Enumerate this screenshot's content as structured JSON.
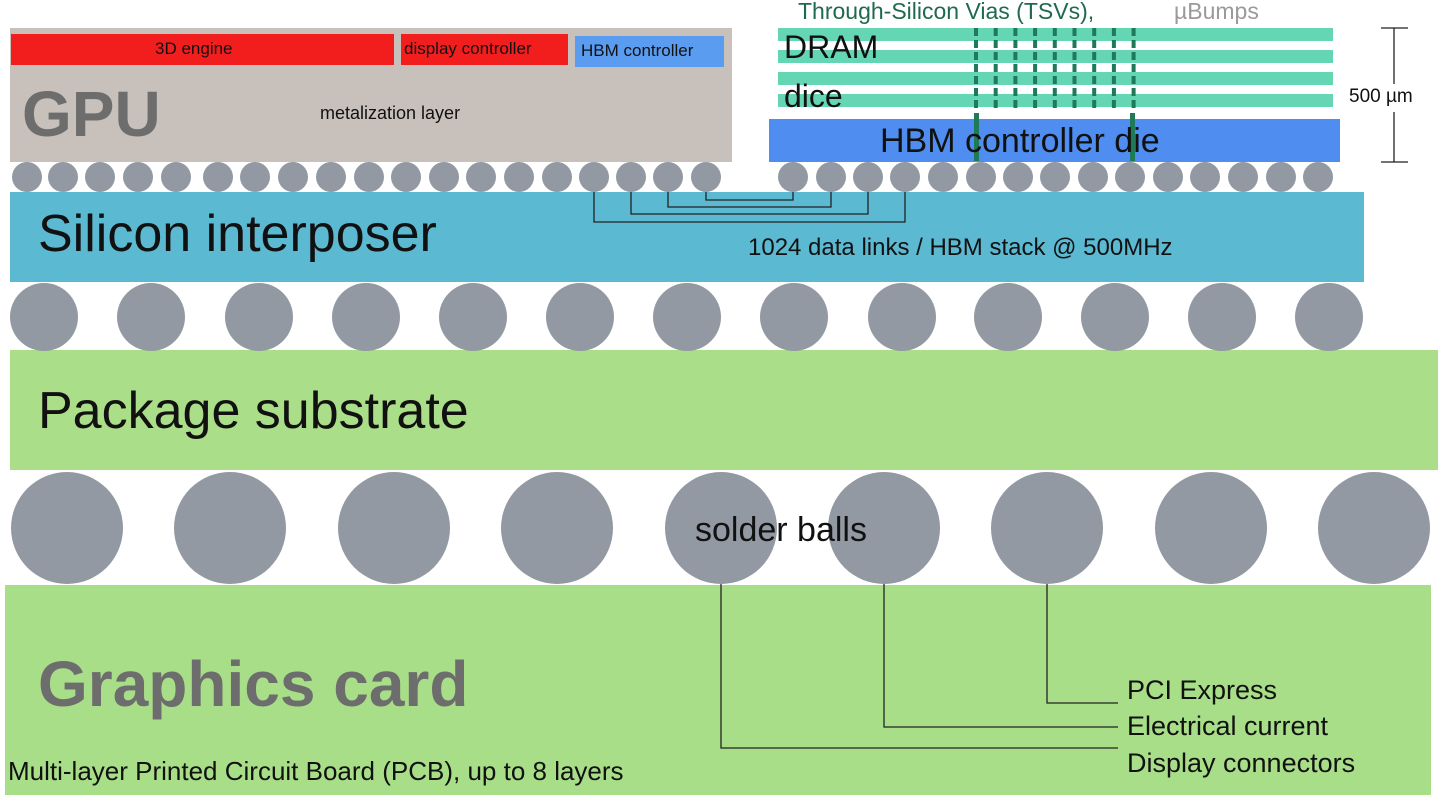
{
  "colors": {
    "gpu": "#c8c1bb",
    "engine": "#f21e1e",
    "hbm_ctrl_blue": "#5a9cef",
    "hbm_die": "#4f8ef0",
    "dram": "#64d6b4",
    "tsv": "#1f7a5a",
    "interposer": "#5bb9d2",
    "substrate": "#abde88",
    "pcb": "#a8de88",
    "ball": "#9299a3",
    "gpu_text": "#6d6d6d",
    "ubump_text": "#9a9a9a",
    "tsv_text": "#1f6a4e"
  },
  "gpu": {
    "title": "GPU",
    "metal_label": "metalization layer",
    "engine_label": "3D engine",
    "display_label": "display controller",
    "hbm_label": "HBM controller"
  },
  "hbm": {
    "tsv_label": "Through-Silicon Vias (TSVs),",
    "ubump_label": "µBumps",
    "dram_label": "DRAM",
    "dice_label": "dice",
    "die_label": "HBM controller die",
    "scale_label": "500 µm"
  },
  "interposer": {
    "title": "Silicon interposer",
    "links_label": "1024 data links / HBM stack @ 500MHz"
  },
  "substrate": {
    "title": "Package substrate"
  },
  "solder": {
    "label": "solder balls"
  },
  "pcb": {
    "title": "Graphics card",
    "subtitle": "Multi-layer Printed Circuit Board (PCB), up to 8 layers",
    "connections": [
      "PCI Express",
      "Electrical current",
      "Display connectors"
    ]
  }
}
